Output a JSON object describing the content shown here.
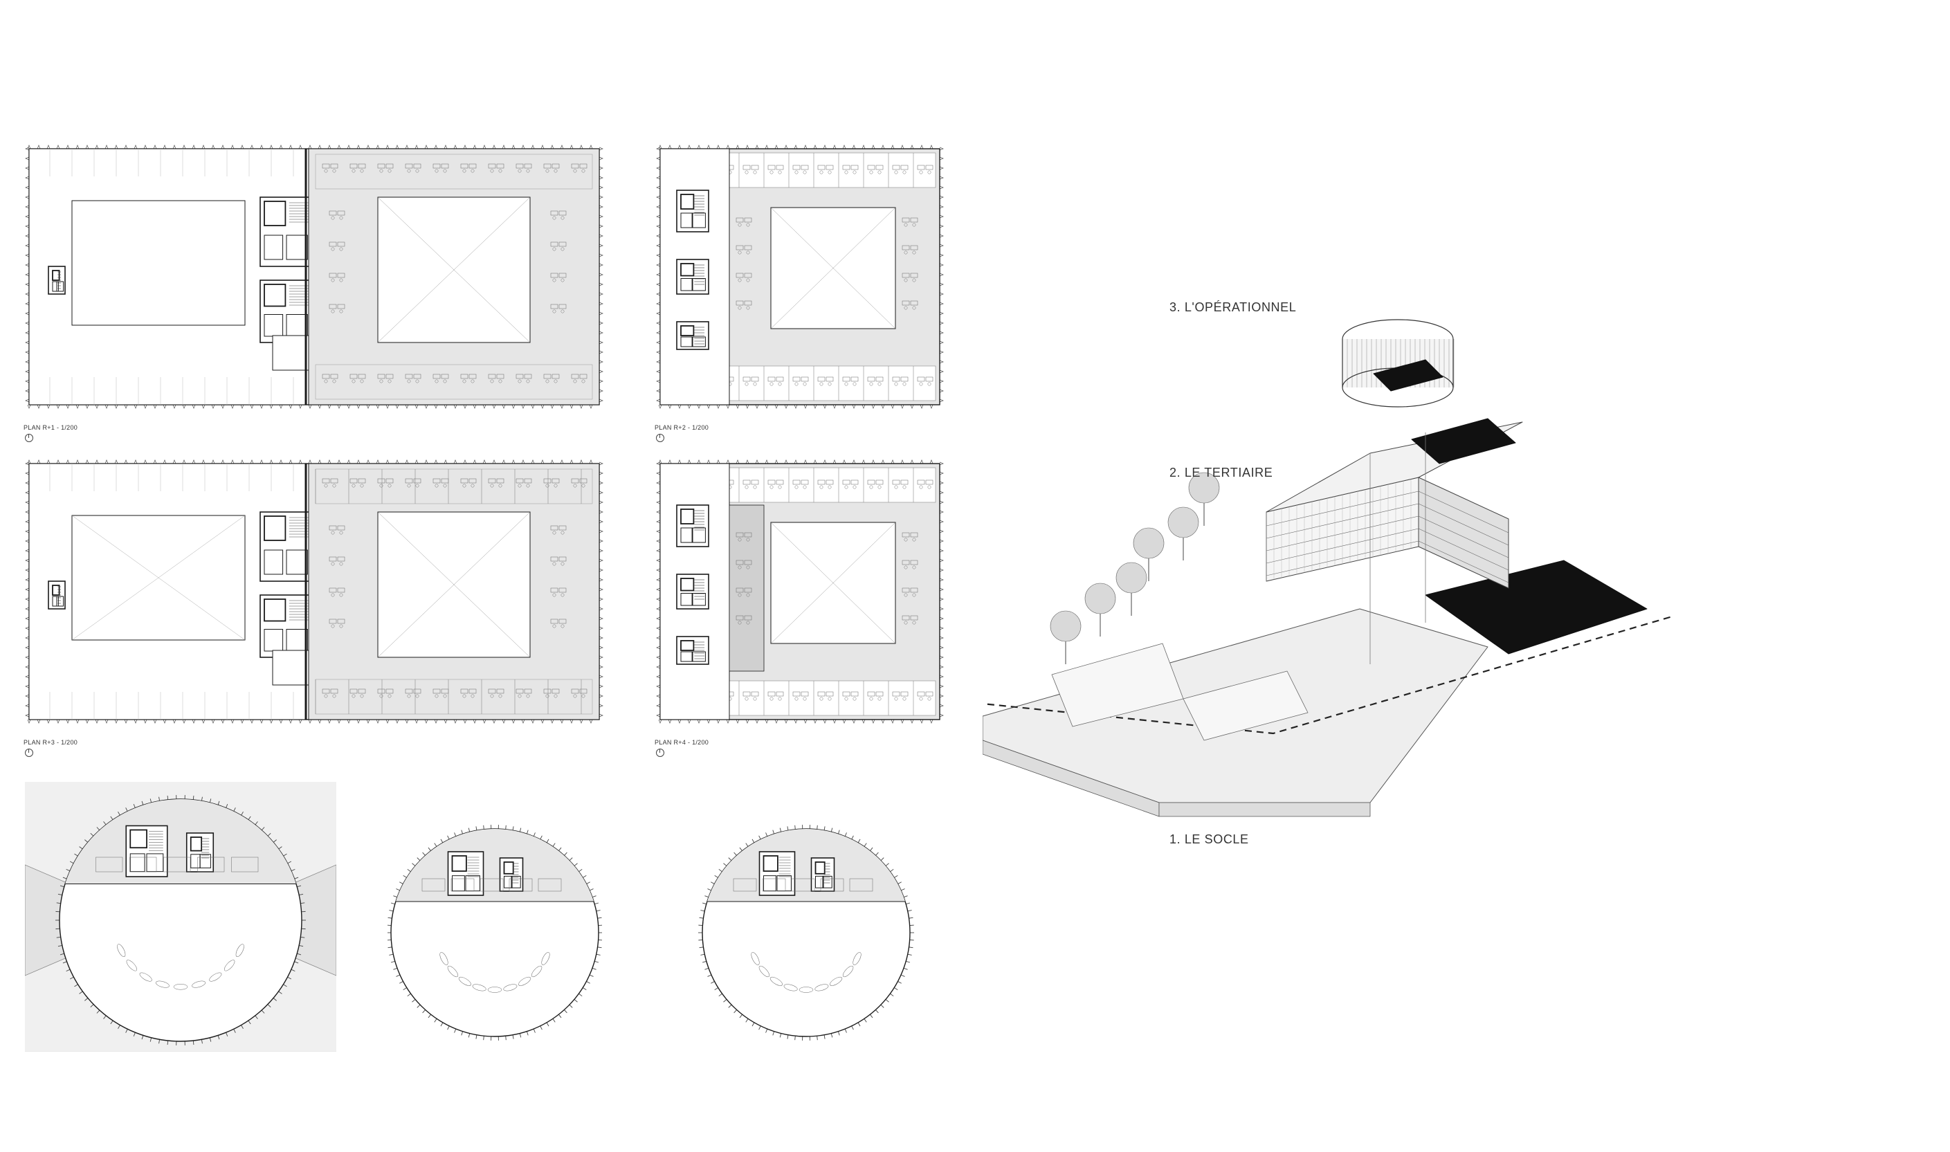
{
  "plans": [
    {
      "id": "r1",
      "caption": "PLAN R+1 - 1/200"
    },
    {
      "id": "r2",
      "caption": "PLAN R+2 - 1/200"
    },
    {
      "id": "r3",
      "caption": "PLAN R+3 - 1/200"
    },
    {
      "id": "r4",
      "caption": "PLAN R+4 - 1/200"
    }
  ],
  "layers": {
    "operationnel": "3. L'OPÉRATIONNEL",
    "tertiaire": "2. LE TERTIAIRE",
    "socle": "1. LE SOCLE"
  },
  "colors": {
    "line": "#1a1a1a",
    "thin": "#777777",
    "fill_light": "#e6e6e6",
    "fill_mid": "#d0d0d0",
    "black": "#111111",
    "white": "#ffffff"
  }
}
